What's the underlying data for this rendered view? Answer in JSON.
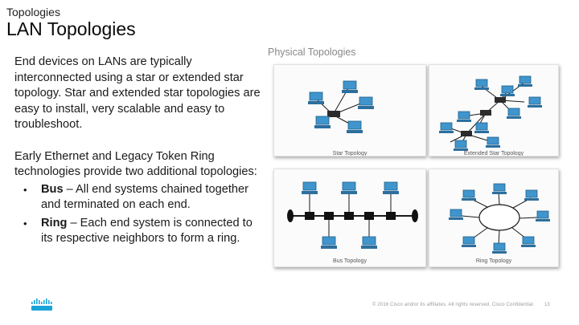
{
  "header": {
    "section": "Topologies",
    "title": "LAN Topologies"
  },
  "body": {
    "para1": "End devices on LANs are typically interconnected using a star or extended star topology. Star and extended star topologies are easy to install, very scalable and easy to troubleshoot.",
    "para2": "Early Ethernet and Legacy Token Ring technologies provide two additional topologies:",
    "bullets": [
      {
        "term": "Bus",
        "text": " – All end systems chained together and terminated on each end."
      },
      {
        "term": "Ring",
        "text": " – Each end system is connected to its respective neighbors to form a ring."
      }
    ],
    "bullet_char": "•"
  },
  "figure": {
    "title": "Physical Topologies",
    "panels": {
      "star": "Star Topology",
      "extended_star": "Extended Star Topology",
      "bus": "Bus Topology",
      "ring": "Ring Topology"
    }
  },
  "footer": {
    "copyright": "© 2016  Cisco and/or its affiliates. All rights reserved.   Cisco Confidential",
    "page": "13"
  },
  "colors": {
    "device_blue": "#3f95cc",
    "device_dark": "#1f5f8b",
    "logo_blue": "#19a3d9"
  }
}
